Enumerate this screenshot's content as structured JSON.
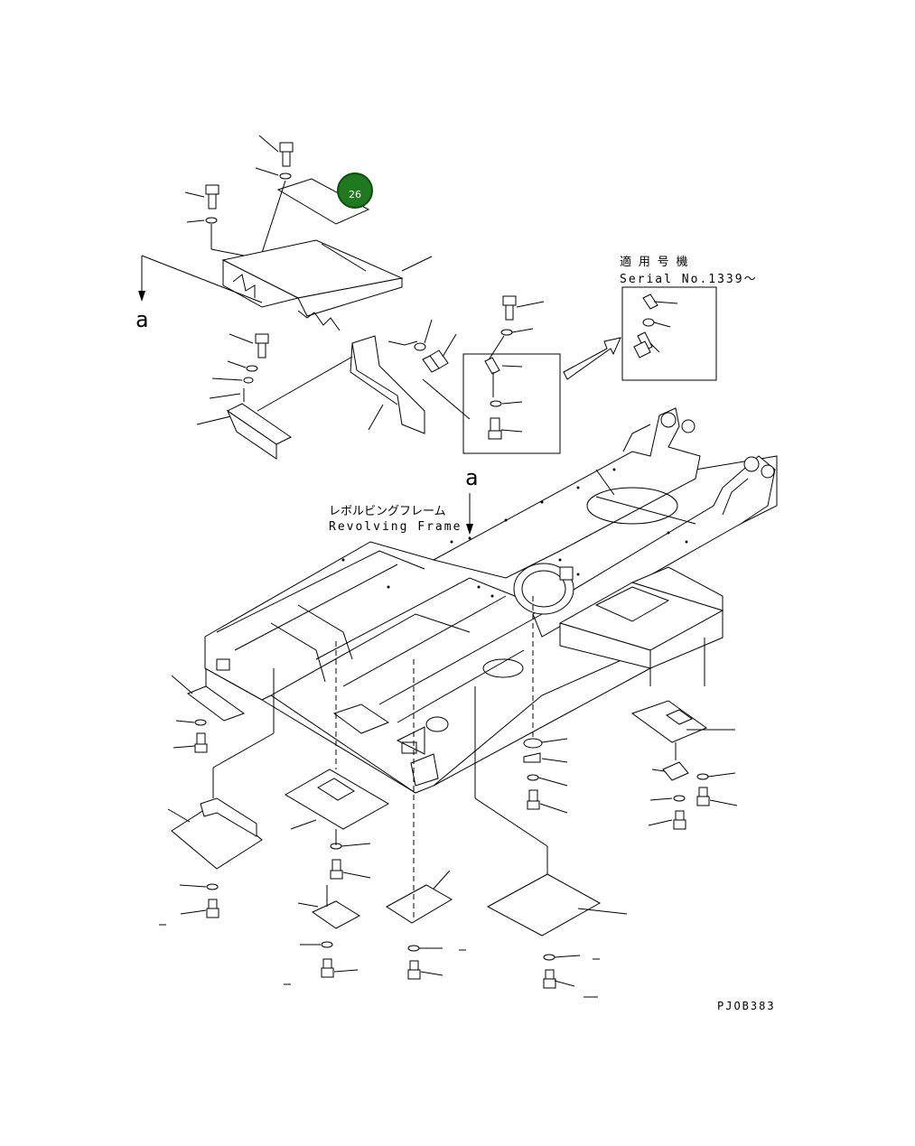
{
  "callout": {
    "number": "26",
    "color": "#1f7a1f"
  },
  "labels": {
    "arrow_a_left": "a",
    "arrow_a_center": "a",
    "serial_jp": "適 用 号 機",
    "serial_en": "Serial No.1339～",
    "frame_jp": "レボルビングフレーム",
    "frame_en": "Revolving Frame",
    "drawing_code": "PJOB383"
  }
}
